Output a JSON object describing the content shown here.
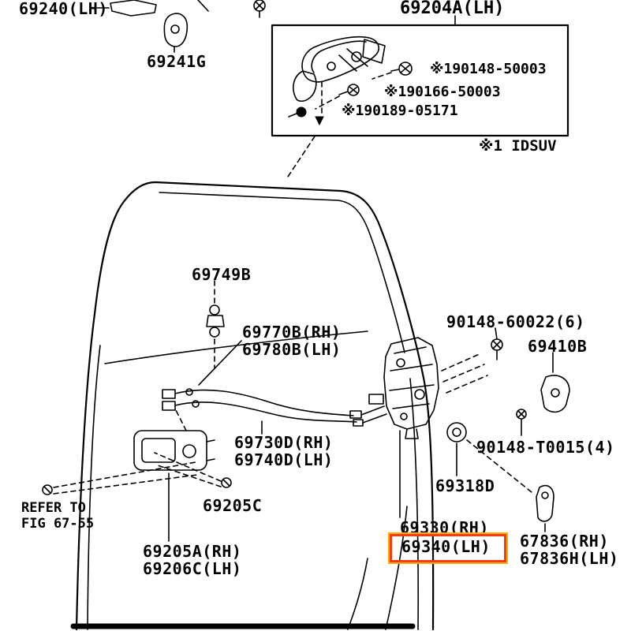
{
  "page": {
    "background": "#ffffff",
    "highlight_border": "#f23c14",
    "highlight_glow": "#ffae00"
  },
  "inset": {
    "title": "69204A(LH)",
    "parts": [
      "※190148-50003",
      "※190166-50003",
      "※190189-05171"
    ],
    "note": "※1 IDSUV"
  },
  "labels": {
    "p69240": "69240(LH)",
    "p69241g": "69241G",
    "p69749b": "69749B",
    "p69770b": "69770B(RH)",
    "p69780b": "69780B(LH)",
    "p90148_60022": "90148-60022(6)",
    "p69410b": "69410B",
    "p69730d": "69730D(RH)",
    "p69740d": "69740D(LH)",
    "p90148_t0015": "90148-T0015(4)",
    "p69318d": "69318D",
    "refer1": "REFER TO",
    "refer2": "FIG 67-55",
    "p69205c": "69205C",
    "p69205a": "69205A(RH)",
    "p69206c": "69206C(LH)",
    "p69330": "69330(RH)",
    "p69340": "69340(LH)",
    "p67836": "67836(RH)",
    "p67836h": "67836H(LH)"
  }
}
